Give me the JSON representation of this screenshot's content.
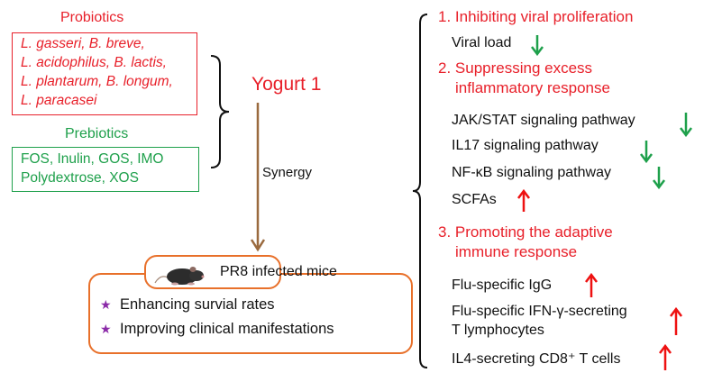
{
  "left": {
    "probiotics": {
      "title": "Probiotics",
      "lines": [
        "L. gasseri, B. breve,",
        "L. acidophilus, B. lactis,",
        "L. plantarum, B. longum,",
        "L. paracasei"
      ]
    },
    "prebiotics": {
      "title": "Prebiotics",
      "lines": [
        "FOS, Inulin, GOS, IMO",
        "Polydextrose, XOS"
      ]
    }
  },
  "center": {
    "product": "Yogurt 1",
    "arrow_label": "Synergy"
  },
  "outcome": {
    "model": "PR8 infected mice",
    "model_icon": "mouse-image",
    "effects": [
      "Enhancing survial rates",
      "Improving clinical manifestations"
    ],
    "bullet_icon": "star-icon"
  },
  "right": {
    "sections": [
      {
        "heading": [
          "1. Inhibiting viral proliferation"
        ],
        "items": [
          {
            "label": [
              "Viral load"
            ],
            "direction": "down"
          }
        ]
      },
      {
        "heading": [
          "2. Suppressing excess",
          "inflammatory response"
        ],
        "items": [
          {
            "label": [
              "JAK/STAT signaling pathway"
            ],
            "direction": "down"
          },
          {
            "label": [
              "IL17 signaling pathway"
            ],
            "direction": "down"
          },
          {
            "label": [
              "NF-κB signaling pathway"
            ],
            "direction": "down"
          },
          {
            "label": [
              "SCFAs"
            ],
            "direction": "up"
          }
        ]
      },
      {
        "heading": [
          "3. Promoting the adaptive",
          "immune response"
        ],
        "items": [
          {
            "label": [
              "Flu-specific IgG"
            ],
            "direction": "up"
          },
          {
            "label": [
              "Flu-specific IFN-γ-secreting",
              "T lymphocytes"
            ],
            "direction": "up"
          },
          {
            "label": [
              "IL4-secreting CD8⁺ T cells"
            ],
            "direction": "up"
          }
        ]
      }
    ]
  },
  "colors": {
    "probiotic": "#e8202a",
    "prebiotic": "#1ea04b",
    "arrow_main": "#9a6a3e",
    "outcome_border": "#e8702a",
    "down_arrow": "#1ea04b",
    "up_arrow": "#ee1111",
    "star": "#8b2aa8"
  }
}
